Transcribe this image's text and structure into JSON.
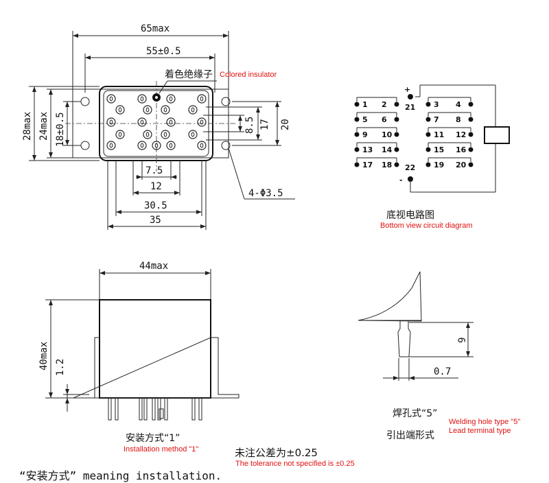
{
  "top_view": {
    "dims": {
      "overall_width": "65max",
      "mount_spacing": "55±0.5",
      "overall_height": "28max",
      "body_height": "24max",
      "mount_vertical": "18±0.5",
      "pin_span_a": "8.5",
      "pin_span_b": "17",
      "pin_span_c": "20",
      "pitch_a": "7.5",
      "pitch_b": "12",
      "pitch_c": "30.5",
      "pitch_d": "35",
      "hole": "4-Φ3.5"
    },
    "insulator_cn": "着色绝缘子",
    "insulator_en": "Colored insulator"
  },
  "circuit": {
    "caption_cn": "底视电路图",
    "caption_en": "Bottom view circuit diagram",
    "plus": "+",
    "minus": "-",
    "left_pairs": [
      [
        "1",
        "2"
      ],
      [
        "5",
        "6"
      ],
      [
        "9",
        "10"
      ],
      [
        "13",
        "14"
      ],
      [
        "17",
        "18"
      ]
    ],
    "right_pairs": [
      [
        "3",
        "4"
      ],
      [
        "7",
        "8"
      ],
      [
        "11",
        "12"
      ],
      [
        "15",
        "16"
      ],
      [
        "19",
        "20"
      ]
    ],
    "coil_top": "21",
    "coil_bottom": "22"
  },
  "side_view": {
    "width": "44max",
    "height": "40max",
    "flange": "1.2",
    "caption_cn": "安装方式“1”",
    "caption_en": "Installation method \"1\""
  },
  "terminal_view": {
    "length": "9",
    "width": "0.7",
    "caption_cn_1": "焊孔式“5”",
    "caption_cn_2": "引出端形式",
    "caption_en_1": "Welding hole type \"5\"",
    "caption_en_2": "Lead terminal type"
  },
  "tolerance": {
    "cn": "未注公差为±0.25",
    "en": "The tolerance not specified is ±0.25"
  },
  "footnote": "“安装方式” meaning installation."
}
